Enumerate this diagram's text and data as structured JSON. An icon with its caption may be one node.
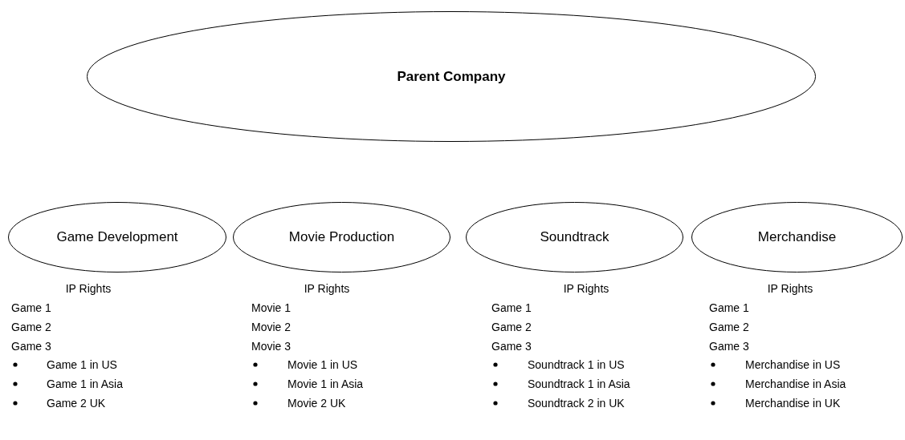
{
  "diagram": {
    "nodes": [
      {
        "text": [
          "Parent Company"
        ]
      },
      {
        "text": [
          "Game Development"
        ]
      },
      {
        "text": [
          "Movie Production"
        ]
      },
      {
        "text": [
          "Soundtrack"
        ]
      },
      {
        "text": [
          "Merchandise"
        ]
      }
    ],
    "edges": [],
    "labels": [
      "IP Rights",
      "Game 1",
      "Game 2",
      "Game 3",
      "Game 1 in US",
      "Game 1 in Asia",
      "Game 2 UK",
      "IP Rights",
      "Movie 1",
      "Movie 2",
      "Movie 3",
      "Movie 1 in US",
      "Movie 1 in Asia",
      "Movie 2 UK",
      "IP Rights",
      "Game 1",
      "Game 2",
      "Game 3",
      "Soundtrack 1 in US",
      "Soundtrack 1 in Asia",
      "Soundtrack 2 in UK",
      "IP Rights",
      "Game 1",
      "Game 2",
      "Game 3",
      "Merchandise in US",
      "Merchandise in Asia",
      "Merchandise in UK"
    ]
  }
}
